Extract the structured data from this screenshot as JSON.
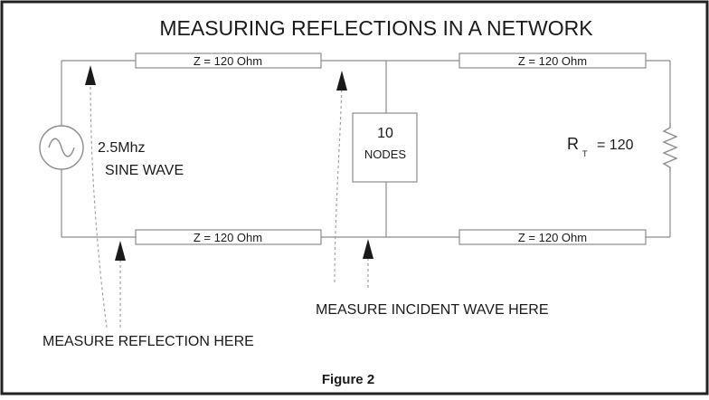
{
  "title": "MEASURING REFLECTIONS IN A NETWORK",
  "impedances": {
    "top_left": "Z = 120 Ohm",
    "top_right": "Z = 120 Ohm",
    "bottom_left": "Z = 120 Ohm",
    "bottom_right": "Z = 120 Ohm"
  },
  "source": {
    "frequency": "2.5Mhz",
    "waveform": "SINE WAVE"
  },
  "nodes": {
    "count": "10",
    "label": "NODES"
  },
  "terminator": {
    "symbol": "R",
    "subscript": "T",
    "value": "= 120"
  },
  "annotations": {
    "incident": "MEASURE INCIDENT WAVE HERE",
    "reflection": "MEASURE REFLECTION HERE"
  },
  "caption": "Figure 2"
}
